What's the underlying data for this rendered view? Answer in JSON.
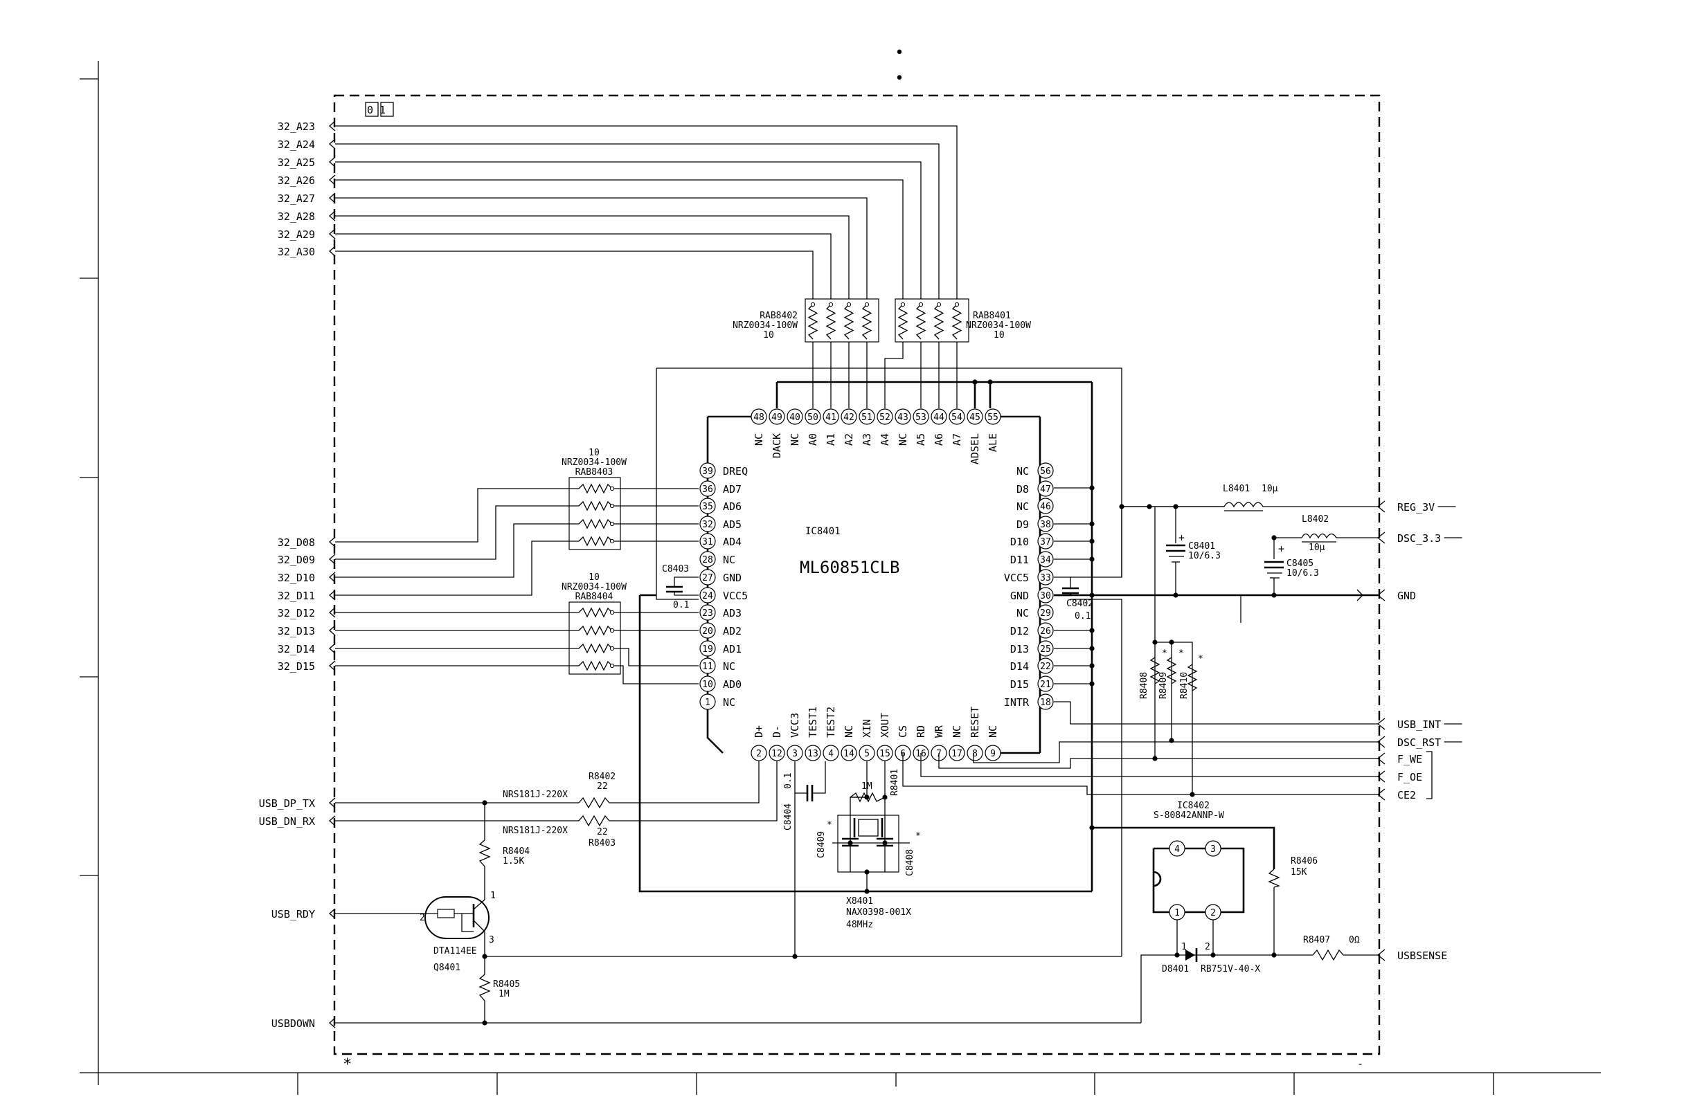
{
  "sheet": {
    "block_id": "01",
    "dots": [
      "•",
      "•"
    ],
    "asterisk": "*",
    "dash": "-"
  },
  "ic8401": {
    "ref": "IC8401",
    "part": "ML60851CLB",
    "left_pins": [
      {
        "num": "39",
        "name": "DREQ"
      },
      {
        "num": "36",
        "name": "AD7"
      },
      {
        "num": "35",
        "name": "AD6"
      },
      {
        "num": "32",
        "name": "AD5"
      },
      {
        "num": "31",
        "name": "AD4"
      },
      {
        "num": "28",
        "name": "NC"
      },
      {
        "num": "27",
        "name": "GND"
      },
      {
        "num": "24",
        "name": "VCC5"
      },
      {
        "num": "23",
        "name": "AD3"
      },
      {
        "num": "20",
        "name": "AD2"
      },
      {
        "num": "19",
        "name": "AD1"
      },
      {
        "num": "11",
        "name": "NC"
      },
      {
        "num": "10",
        "name": "AD0"
      },
      {
        "num": "1",
        "name": "NC"
      }
    ],
    "right_pins": [
      {
        "num": "56",
        "name": "NC"
      },
      {
        "num": "47",
        "name": "D8"
      },
      {
        "num": "46",
        "name": "NC"
      },
      {
        "num": "38",
        "name": "D9"
      },
      {
        "num": "37",
        "name": "D10"
      },
      {
        "num": "34",
        "name": "D11"
      },
      {
        "num": "33",
        "name": "VCC5"
      },
      {
        "num": "30",
        "name": "GND"
      },
      {
        "num": "29",
        "name": "NC"
      },
      {
        "num": "26",
        "name": "D12"
      },
      {
        "num": "25",
        "name": "D13"
      },
      {
        "num": "22",
        "name": "D14"
      },
      {
        "num": "21",
        "name": "D15"
      },
      {
        "num": "18",
        "name": "INTR"
      }
    ],
    "top_pins": [
      {
        "num": "48",
        "name": "NC"
      },
      {
        "num": "49",
        "name": "DACK"
      },
      {
        "num": "40",
        "name": "NC"
      },
      {
        "num": "50",
        "name": "A0"
      },
      {
        "num": "41",
        "name": "A1"
      },
      {
        "num": "42",
        "name": "A2"
      },
      {
        "num": "51",
        "name": "A3"
      },
      {
        "num": "52",
        "name": "A4"
      },
      {
        "num": "43",
        "name": "NC"
      },
      {
        "num": "53",
        "name": "A5"
      },
      {
        "num": "44",
        "name": "A6"
      },
      {
        "num": "54",
        "name": "A7"
      },
      {
        "num": "45",
        "name": "ADSEL"
      },
      {
        "num": "55",
        "name": "ALE"
      }
    ],
    "bottom_pins": [
      {
        "num": "2",
        "name": "D+"
      },
      {
        "num": "12",
        "name": "D-"
      },
      {
        "num": "3",
        "name": "VCC3"
      },
      {
        "num": "13",
        "name": "TEST1"
      },
      {
        "num": "4",
        "name": "TEST2"
      },
      {
        "num": "14",
        "name": "NC"
      },
      {
        "num": "5",
        "name": "XIN"
      },
      {
        "num": "15",
        "name": "XOUT"
      },
      {
        "num": "6",
        "name": "CS"
      },
      {
        "num": "16",
        "name": "RD"
      },
      {
        "num": "7",
        "name": "WR"
      },
      {
        "num": "17",
        "name": "NC"
      },
      {
        "num": "8",
        "name": "RESET"
      },
      {
        "num": "9",
        "name": "NC"
      }
    ]
  },
  "ports_left": {
    "address": [
      "32_A23",
      "32_A24",
      "32_A25",
      "32_A26",
      "32_A27",
      "32_A28",
      "32_A29",
      "32_A30"
    ],
    "data": [
      "32_D08",
      "32_D09",
      "32_D10",
      "32_D11",
      "32_D12",
      "32_D13",
      "32_D14",
      "32_D15"
    ],
    "usb": [
      "USB_DP_TX",
      "USB_DN_RX",
      "USB_RDY",
      "USBDOWN"
    ]
  },
  "ports_right": [
    "REG_3V",
    "DSC_3.3",
    "GND",
    "USB_INT",
    "DSC_RST",
    "F_WE",
    "F_OE",
    "CE2",
    "USBSENSE"
  ],
  "components": {
    "rab8402": {
      "ref": "RAB8402",
      "part": "NRZ0034-100W",
      "value": "10"
    },
    "rab8401": {
      "ref": "RAB8401",
      "part": "NRZ0034-100W",
      "value": "10"
    },
    "rab8403": {
      "ref": "RAB8403",
      "part": "NRZ0034-100W",
      "value": "10"
    },
    "rab8404": {
      "ref": "RAB8404",
      "part": "NRZ0034-100W",
      "value": "10"
    },
    "c8403": {
      "ref": "C8403",
      "value": "0.1"
    },
    "c8402": {
      "ref": "C8402",
      "value": "0.1"
    },
    "c8404": {
      "ref": "C8404",
      "value": "0.1"
    },
    "c8401": {
      "ref": "C8401",
      "value": "10/6.3"
    },
    "c8405": {
      "ref": "C8405",
      "value": "10/6.3"
    },
    "c8409": {
      "ref": "C8409",
      "mark": "*"
    },
    "c8408": {
      "ref": "C8408",
      "mark": "*"
    },
    "l8401": {
      "ref": "L8401",
      "value": "10μ"
    },
    "l8402": {
      "ref": "L8402",
      "value": "10μ"
    },
    "r8402": {
      "ref": "R8402",
      "part": "NRS181J-220X",
      "value": "22"
    },
    "r8403": {
      "ref": "R8403",
      "part": "NRS181J-220X",
      "value": "22"
    },
    "r8404": {
      "ref": "R8404",
      "value": "1.5K"
    },
    "r8405": {
      "ref": "R8405",
      "value": "1M"
    },
    "r8401": {
      "ref": "R8401",
      "value": "1M"
    },
    "r8406": {
      "ref": "R8406",
      "value": "15K"
    },
    "r8407": {
      "ref": "R8407",
      "value": "0Ω"
    },
    "r8408": {
      "ref": "R8408",
      "mark": "*"
    },
    "r8409": {
      "ref": "R8409",
      "mark": "*"
    },
    "r8410": {
      "ref": "R8410",
      "mark": "*"
    },
    "x8401": {
      "ref": "X8401",
      "part": "NAX0398-001X",
      "freq": "48MHz"
    },
    "q8401": {
      "ref": "Q8401",
      "part": "DTA114EE",
      "pins": [
        "1",
        "2",
        "3"
      ]
    },
    "ic8402": {
      "ref": "IC8402",
      "part": "S-80842ANNP-W",
      "pins": [
        "4",
        "3",
        "1",
        "2"
      ]
    },
    "d8401": {
      "ref": "D8401",
      "part": "RB751V-40-X",
      "pins": [
        "1",
        "2"
      ]
    }
  }
}
